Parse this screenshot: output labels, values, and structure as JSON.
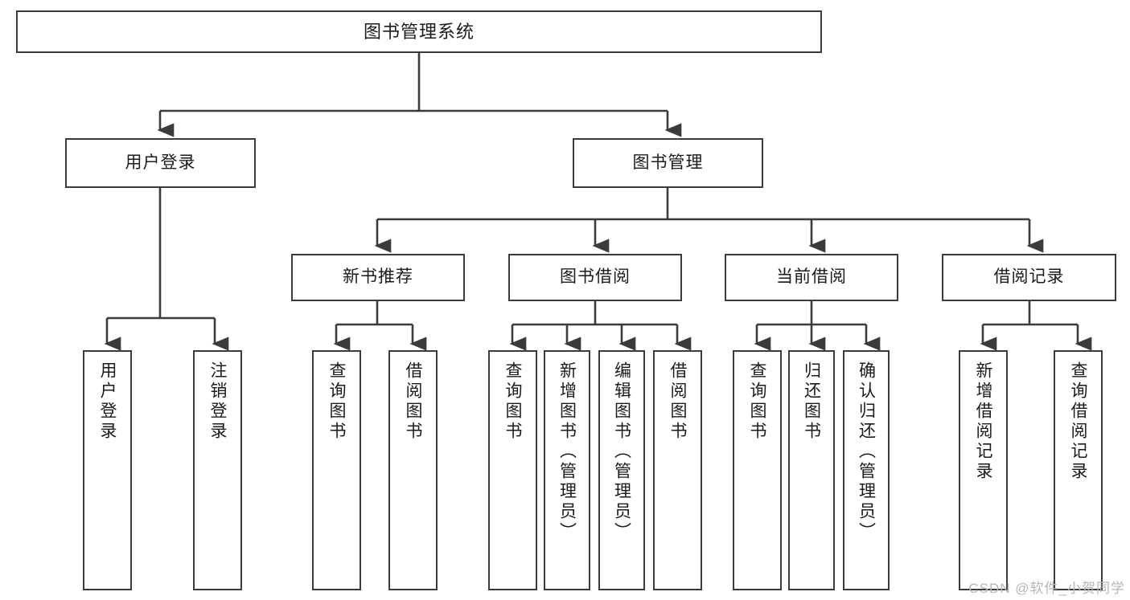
{
  "diagram": {
    "type": "tree",
    "title": "图书管理系统",
    "background_color": "#ffffff",
    "border_color": "#3b3b3b",
    "text_color": "#1b1b1b",
    "watermark": "CSDN @软件_小贺同学"
  },
  "nodes": {
    "root": {
      "label": "图书管理系统",
      "level": 1
    },
    "level2": [
      {
        "id": "user_login",
        "label": "用户登录"
      },
      {
        "id": "book_manage",
        "label": "图书管理"
      }
    ],
    "level3": [
      {
        "id": "new_book_rec",
        "label": "新书推荐",
        "parent": "book_manage"
      },
      {
        "id": "book_borrow",
        "label": "图书借阅",
        "parent": "book_manage"
      },
      {
        "id": "current_borrow",
        "label": "当前借阅",
        "parent": "book_manage"
      },
      {
        "id": "borrow_record",
        "label": "借阅记录",
        "parent": "book_manage"
      }
    ],
    "leaves": [
      {
        "id": "leaf_user_login",
        "label": "用户登录",
        "parent": "user_login"
      },
      {
        "id": "leaf_logout",
        "label": "注销登录",
        "parent": "user_login"
      },
      {
        "id": "leaf_query_book_1",
        "label": "查询图书",
        "parent": "new_book_rec"
      },
      {
        "id": "leaf_borrow_book_1",
        "label": "借阅图书",
        "parent": "new_book_rec"
      },
      {
        "id": "leaf_query_book_2",
        "label": "查询图书",
        "parent": "book_borrow"
      },
      {
        "id": "leaf_add_book",
        "label": "新增图书（管理员）",
        "parent": "book_borrow"
      },
      {
        "id": "leaf_edit_book",
        "label": "编辑图书（管理员）",
        "parent": "book_borrow"
      },
      {
        "id": "leaf_borrow_book_2",
        "label": "借阅图书",
        "parent": "book_borrow"
      },
      {
        "id": "leaf_query_book_3",
        "label": "查询图书",
        "parent": "current_borrow"
      },
      {
        "id": "leaf_return_book",
        "label": "归还图书",
        "parent": "current_borrow"
      },
      {
        "id": "leaf_confirm_return",
        "label": "确认归还（管理员）",
        "parent": "current_borrow"
      },
      {
        "id": "leaf_add_record",
        "label": "新增借阅记录",
        "parent": "borrow_record"
      },
      {
        "id": "leaf_query_record",
        "label": "查询借阅记录",
        "parent": "borrow_record"
      }
    ]
  }
}
